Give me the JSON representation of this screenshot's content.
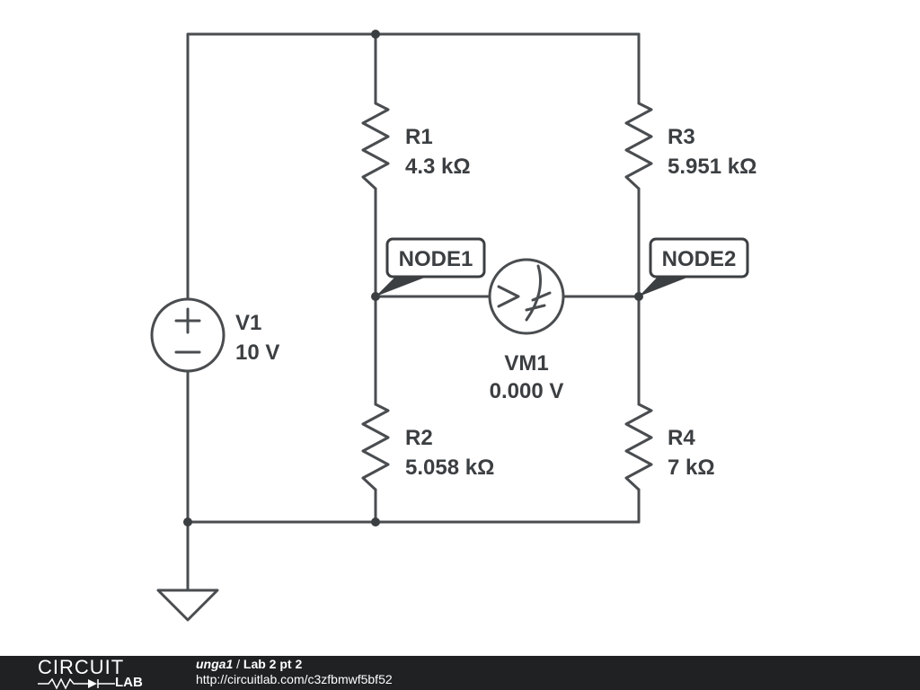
{
  "components": {
    "r1": {
      "name": "R1",
      "value": "4.3 kΩ"
    },
    "r2": {
      "name": "R2",
      "value": "5.058 kΩ"
    },
    "r3": {
      "name": "R3",
      "value": "5.951 kΩ"
    },
    "r4": {
      "name": "R4",
      "value": "7 kΩ"
    },
    "v1": {
      "name": "V1",
      "value": "10 V"
    },
    "vm1": {
      "name": "VM1",
      "value": "0.000 V"
    }
  },
  "nodes": {
    "node1": "NODE1",
    "node2": "NODE2"
  },
  "footer": {
    "logo_top": "CIRCUIT",
    "logo_bottom": "LAB",
    "user": "unga1",
    "separator": "/",
    "title": "Lab 2 pt 2",
    "url": "http://circuitlab.com/c3zfbmwf5bf52"
  }
}
